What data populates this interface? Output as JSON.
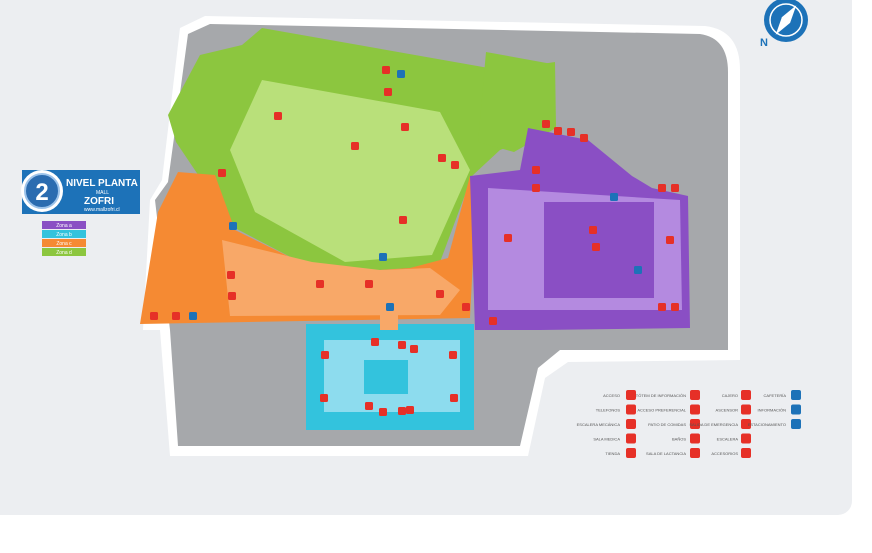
{
  "title": {
    "number": "2",
    "line1": "NIVEL PLANTA",
    "brand_small": "MALL",
    "brand": "ZOFRI",
    "url": "www.mallzofri.cl"
  },
  "zones": [
    {
      "label": "Zona a",
      "color": "#8a4fc4"
    },
    {
      "label": "Zona b",
      "color": "#33c3dd"
    },
    {
      "label": "Zona c",
      "color": "#f58a33"
    },
    {
      "label": "Zona d",
      "color": "#8cc63f"
    }
  ],
  "compass": {
    "letter": "N"
  },
  "legend": [
    {
      "label": "ACCESO",
      "icon": "triangle-icon"
    },
    {
      "label": "TELEFONOS",
      "icon": "phone-icon"
    },
    {
      "label": "ESCALERA MECÁNICA",
      "icon": "escalator-icon"
    },
    {
      "label": "SALA MEDICA",
      "icon": "medical-icon"
    },
    {
      "label": "TIENDA",
      "icon": "shop-icon"
    },
    {
      "label": "TÓTEM DE INFORMACIÓN",
      "icon": "info-totem-icon"
    },
    {
      "label": "ACCESO PREFERENCIAL",
      "icon": "wheelchair-icon"
    },
    {
      "label": "PATIO DE COMIDAS",
      "icon": "food-court-icon"
    },
    {
      "label": "BAÑOS",
      "icon": "restroom-icon"
    },
    {
      "label": "SALA DE LACTANCIA",
      "icon": "nursing-icon"
    },
    {
      "label": "CAJERO",
      "icon": "atm-icon"
    },
    {
      "label": "ASCENSOR",
      "icon": "elevator-icon"
    },
    {
      "label": "SALIDA DE EMERGENCIA",
      "icon": "exit-icon"
    },
    {
      "label": "ESCALERA",
      "icon": "stairs-icon"
    },
    {
      "label": "ACCESORIOS",
      "icon": "accessories-icon"
    },
    {
      "label": "CAFETERÍA",
      "icon": "coffee-icon"
    },
    {
      "label": "INFORMACIÓN",
      "icon": "information-icon"
    },
    {
      "label": "ESTACIONAMIENTO",
      "icon": "parking-icon"
    }
  ],
  "colors": {
    "zone_a": "#8a4fc4",
    "zone_b": "#33c3dd",
    "zone_c": "#f58a33",
    "zone_d": "#8cc63f",
    "parking": "#a6a8ab",
    "icon_red": "#e63027",
    "icon_blue": "#1d72b8"
  }
}
